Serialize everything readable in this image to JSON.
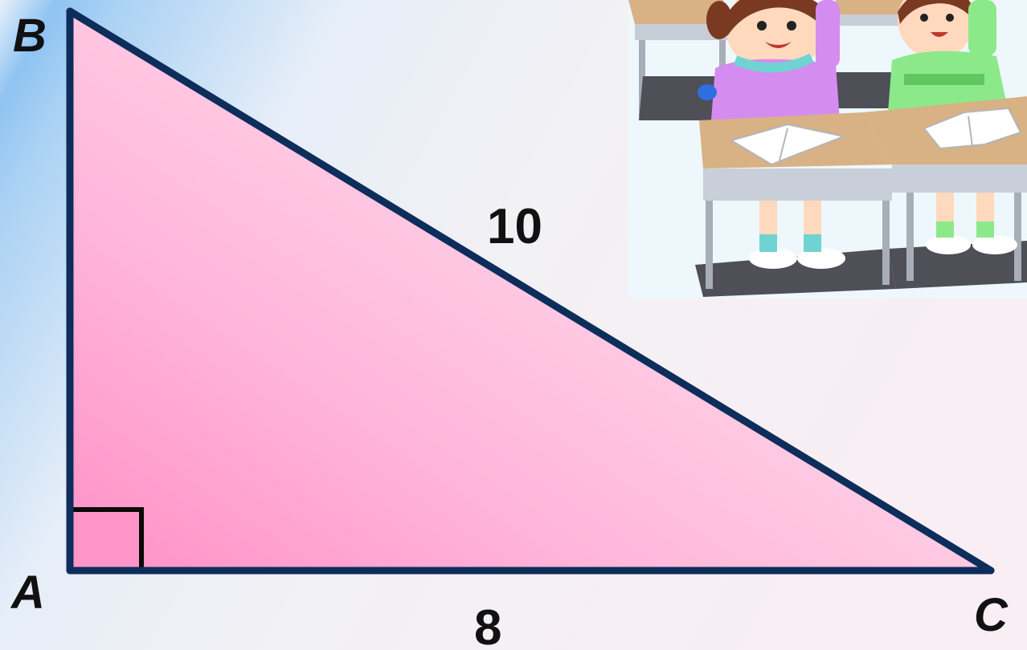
{
  "diagram": {
    "vertices": {
      "a": "A",
      "b": "B",
      "c": "C"
    },
    "sides": {
      "hypotenuse_bc": "10",
      "leg_ac": "8"
    },
    "right_angle_at": "A",
    "illustration": "classroom-children-at-desks-picture"
  },
  "colors": {
    "background_left": "#8fc3f2",
    "background_right": "#f8eef4",
    "triangle_fill_dark": "#ff94c8",
    "triangle_fill_light": "#ffe6f1",
    "triangle_stroke": "#0d2d5a",
    "label_text": "#111111"
  }
}
